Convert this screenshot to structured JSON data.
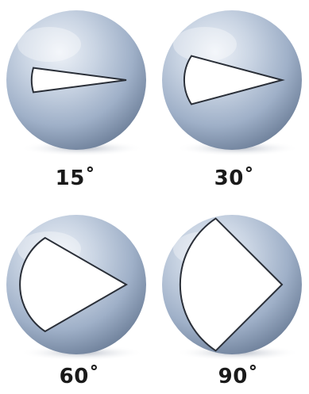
{
  "items": [
    {
      "label": "15˚",
      "angle_deg": 15
    },
    {
      "label": "30˚",
      "angle_deg": 30
    },
    {
      "label": "60˚",
      "angle_deg": 60
    },
    {
      "label": "90˚",
      "angle_deg": 90
    }
  ],
  "colors": {
    "ball_light": "#eef2f8",
    "ball_mid": "#b9c6d8",
    "ball_dark": "#6d7f99",
    "port_fill": "#ffffff",
    "port_edge": "#2a2f38",
    "label_color": "#1a1a1a"
  }
}
